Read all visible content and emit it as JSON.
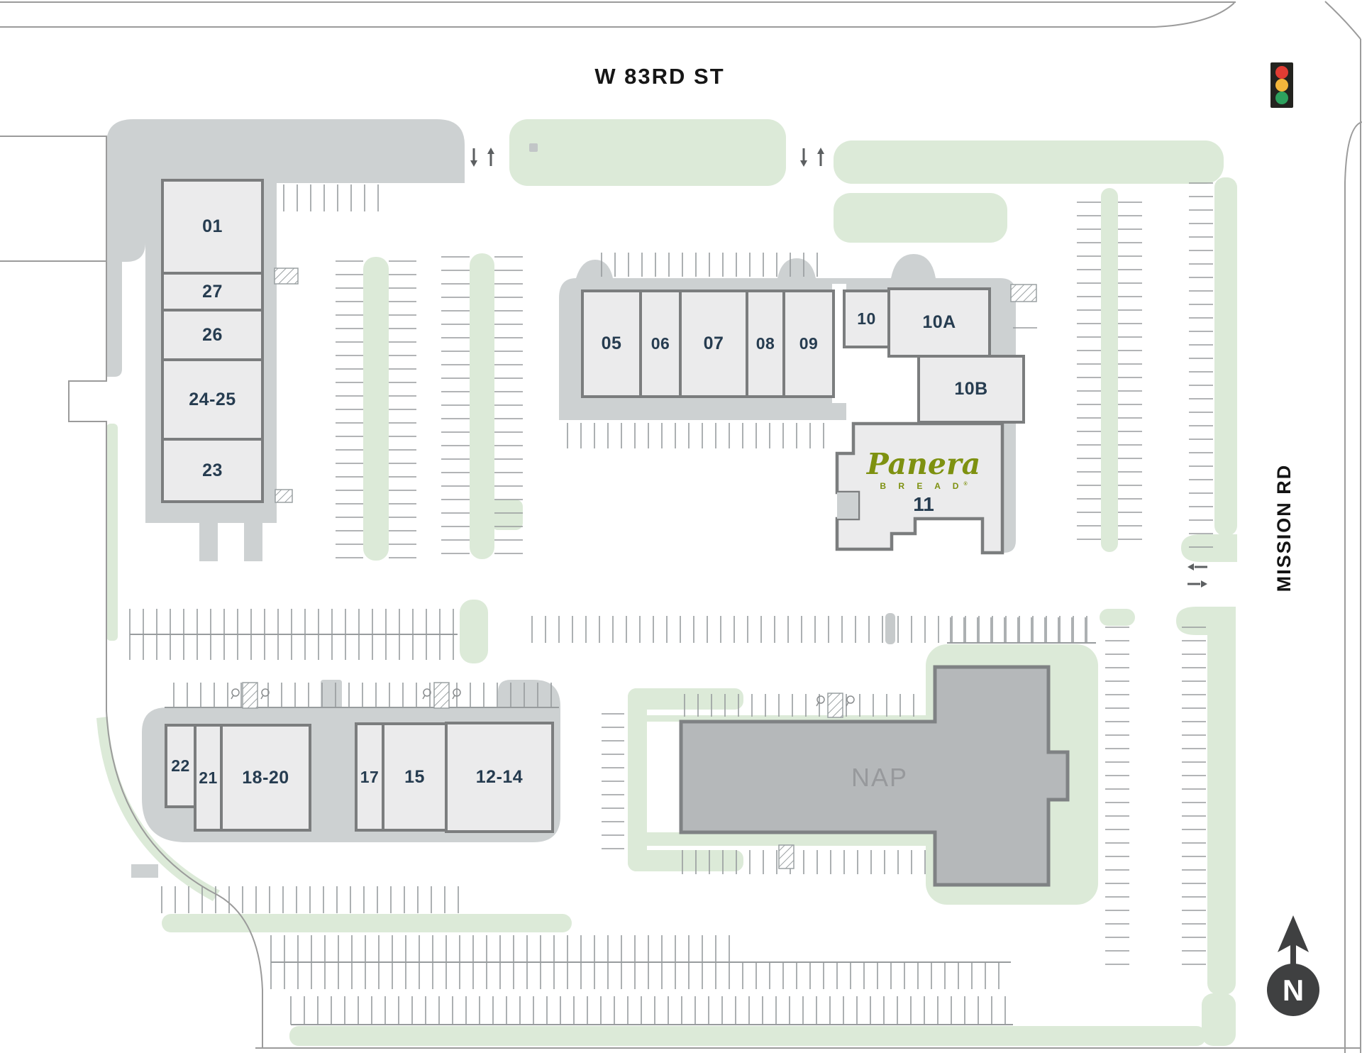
{
  "streets": {
    "top": "W 83RD ST",
    "right": "MISSION RD"
  },
  "suites": {
    "b01": "01",
    "b27": "27",
    "b26": "26",
    "b24_25": "24-25",
    "b23": "23",
    "b05": "05",
    "b06": "06",
    "b07": "07",
    "b08": "08",
    "b09": "09",
    "b10": "10",
    "b10a": "10A",
    "b10b": "10B",
    "b11": "11",
    "b12_14": "12-14",
    "b15": "15",
    "b17": "17",
    "b18_20": "18-20",
    "b21": "21",
    "b22": "22"
  },
  "tenant": {
    "panera_script": "Panera",
    "panera_sub": "B R E A D",
    "panera_reg": "®"
  },
  "nap_label": "NAP",
  "compass": "N",
  "colors": {
    "pavement": "#cdd1d2",
    "landscape": "#dcead8",
    "building_fill": "#ebebec",
    "building_stroke": "#7b7d7e",
    "nap_fill": "#b5b8ba",
    "nap_stroke": "#7f8284",
    "suite_label": "#263c50",
    "panera_green": "#7e9110",
    "signal_red": "#e13c33",
    "signal_yellow": "#f3b63b",
    "signal_green": "#2da15e"
  }
}
